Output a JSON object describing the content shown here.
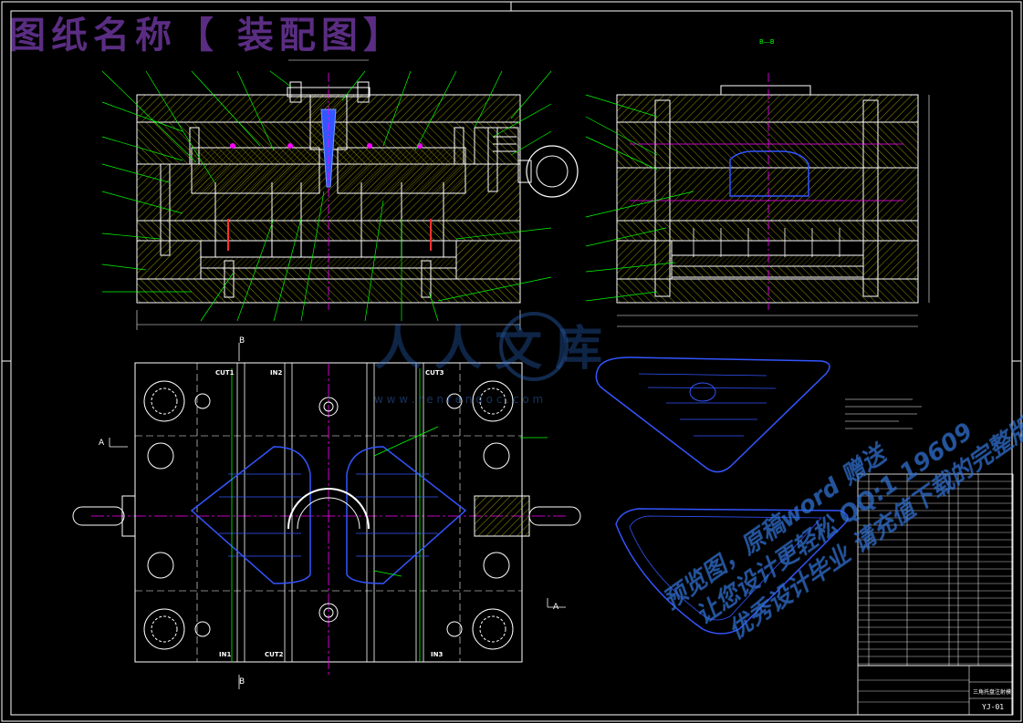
{
  "drawing": {
    "title": "图纸名称【 装配图】",
    "section_label": "B—B",
    "bottom_labels": {
      "cut1": "CUT1",
      "in2": "IN2",
      "cut3": "CUT3",
      "in1": "IN1",
      "cut2": "CUT2",
      "in3": "IN3"
    },
    "section_markers": {
      "a": "A",
      "b": "B"
    },
    "watermark": {
      "brand": "人人文库",
      "url": "w w w . r e n r e n d o c . c o m",
      "line1": "预览图，原稿word 赠送",
      "line2": "让您设计更轻松 QQ:1 19609",
      "line3": "优秀设计毕业 请充值下载的完整版"
    },
    "title_block": {
      "school": "",
      "name": "三角托盘注射模",
      "drawing_no": "YJ-01"
    }
  },
  "colors": {
    "background": "#000000",
    "frame": "#ffffff",
    "title": "#5a2d82",
    "hatch": "#c8c800",
    "leader": "#00ff00",
    "part": "#3355ff",
    "centerline": "#ff00ff",
    "accent": "#ff3030",
    "watermark": "#3070d0"
  }
}
